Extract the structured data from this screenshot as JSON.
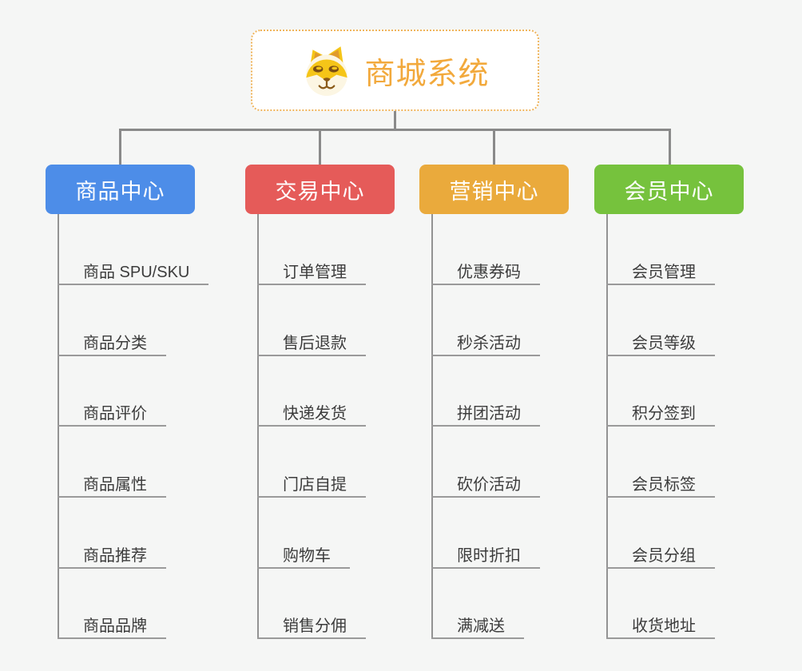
{
  "root": {
    "title": "商城系统",
    "accent_color": "#F2A93C",
    "border_color": "#EFB45C",
    "icon": "dog-face-icon"
  },
  "colors": {
    "background": "#F5F6F5",
    "connector": "#8A8A8A",
    "underline": "#9A9A9A",
    "leaf_text": "#3C3C3C"
  },
  "branches": [
    {
      "label": "商品中心",
      "color": "#4D8DE8",
      "items": [
        "商品 SPU/SKU",
        "商品分类",
        "商品评价",
        "商品属性",
        "商品推荐",
        "商品品牌"
      ]
    },
    {
      "label": "交易中心",
      "color": "#E55B59",
      "items": [
        "订单管理",
        "售后退款",
        "快递发货",
        "门店自提",
        "购物车",
        "销售分佣"
      ]
    },
    {
      "label": "营销中心",
      "color": "#EAAA3C",
      "items": [
        "优惠券码",
        "秒杀活动",
        "拼团活动",
        "砍价活动",
        "限时折扣",
        "满减送"
      ]
    },
    {
      "label": "会员中心",
      "color": "#76C23D",
      "items": [
        "会员管理",
        "会员等级",
        "积分签到",
        "会员标签",
        "会员分组",
        "收货地址"
      ]
    }
  ]
}
